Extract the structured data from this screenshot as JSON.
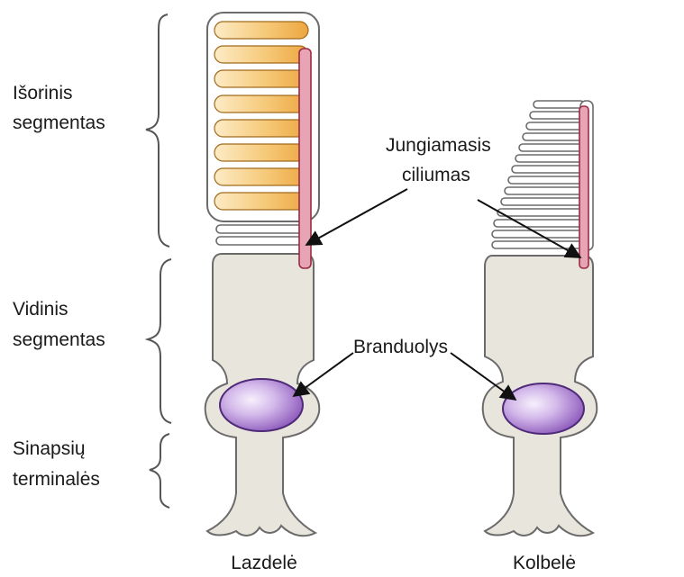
{
  "regions": {
    "outer": {
      "line1": "Išorinis",
      "line2": "segmentas"
    },
    "inner": {
      "line1": "Vidinis",
      "line2": "segmentas"
    },
    "synaptic": {
      "line1": "Sinapsių",
      "line2": "terminalės"
    }
  },
  "callouts": {
    "cilium": {
      "line1": "Jungiamasis",
      "line2": "ciliumas"
    },
    "nucleus": "Branduolys"
  },
  "cells": {
    "rod": "Lazdelė",
    "cone": "Kolbelė"
  },
  "colors": {
    "disc_light": "#fdebc6",
    "disc_dark": "#eda640",
    "cilium": "#e6a4b4",
    "cilium_stroke": "#9b2b44",
    "cell_body": "#e8e5dc",
    "outline": "#6b6b6b",
    "nucleus_light": "#f3e6fb",
    "nucleus_dark": "#9b6cc4",
    "nucleus_stroke": "#4e2a78"
  }
}
